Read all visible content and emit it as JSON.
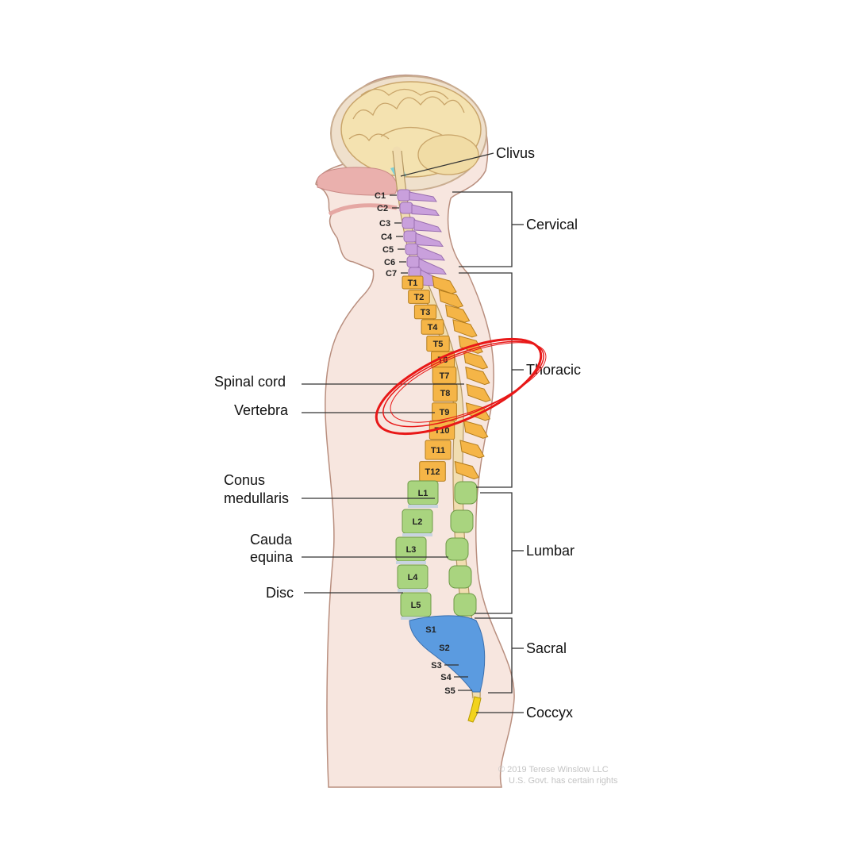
{
  "title": "Spinal column anatomy",
  "regions": {
    "cervical": "Cervical",
    "thoracic": "Thoracic",
    "lumbar": "Lumbar",
    "sacral": "Sacral",
    "coccyx": "Coccyx",
    "clivus": "Clivus"
  },
  "left_labels": {
    "spinal_cord": "Spinal cord",
    "vertebra": "Vertebra",
    "conus_1": "Conus",
    "conus_2": "medullaris",
    "cauda_1": "Cauda",
    "cauda_2": "equina",
    "disc": "Disc"
  },
  "vertebrae": {
    "cervical": [
      "C1",
      "C2",
      "C3",
      "C4",
      "C5",
      "C6",
      "C7"
    ],
    "thoracic": [
      "T1",
      "T2",
      "T3",
      "T4",
      "T5",
      "T6",
      "T7",
      "T8",
      "T9",
      "T10",
      "T11",
      "T12"
    ],
    "lumbar": [
      "L1",
      "L2",
      "L3",
      "L4",
      "L5"
    ],
    "sacral": [
      "S1",
      "S2",
      "S3",
      "S4",
      "S5"
    ]
  },
  "colors": {
    "cervical": "#c9a0dc",
    "thoracic": "#f5b547",
    "lumbar": "#a9d47f",
    "sacral": "#5b9be0",
    "coccyx": "#f2d31c",
    "skin": "#f7e6df",
    "brain": "#f4e2b0",
    "highlight": "#e81818"
  },
  "copyright": {
    "line1": "© 2019 Terese Winslow LLC",
    "line2": "U.S. Govt. has certain rights"
  }
}
